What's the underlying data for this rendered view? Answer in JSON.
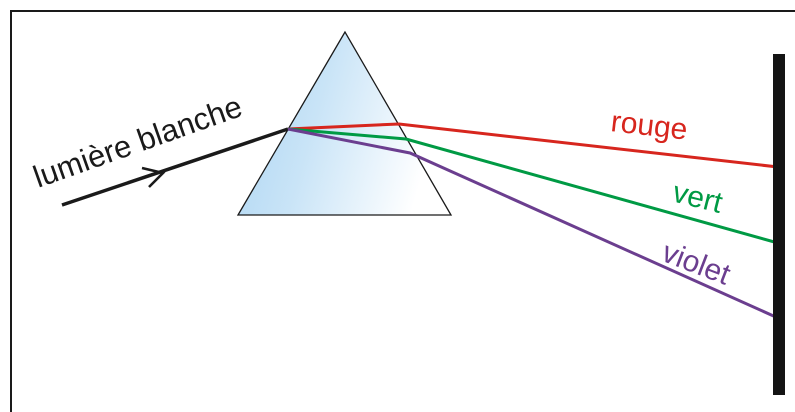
{
  "labels": {
    "incoming": "lumière blanche",
    "red": "rouge",
    "green": "vert",
    "violet": "violet"
  },
  "colors": {
    "white_light_ray": "#1a1a1a",
    "red_ray": "#d7261e",
    "green_ray": "#009a44",
    "violet_ray": "#6b3e8f",
    "prism_light": "#aad4f2",
    "prism_fade": "#ffffff",
    "screen": "#141414",
    "border": "#1a1a1a"
  }
}
